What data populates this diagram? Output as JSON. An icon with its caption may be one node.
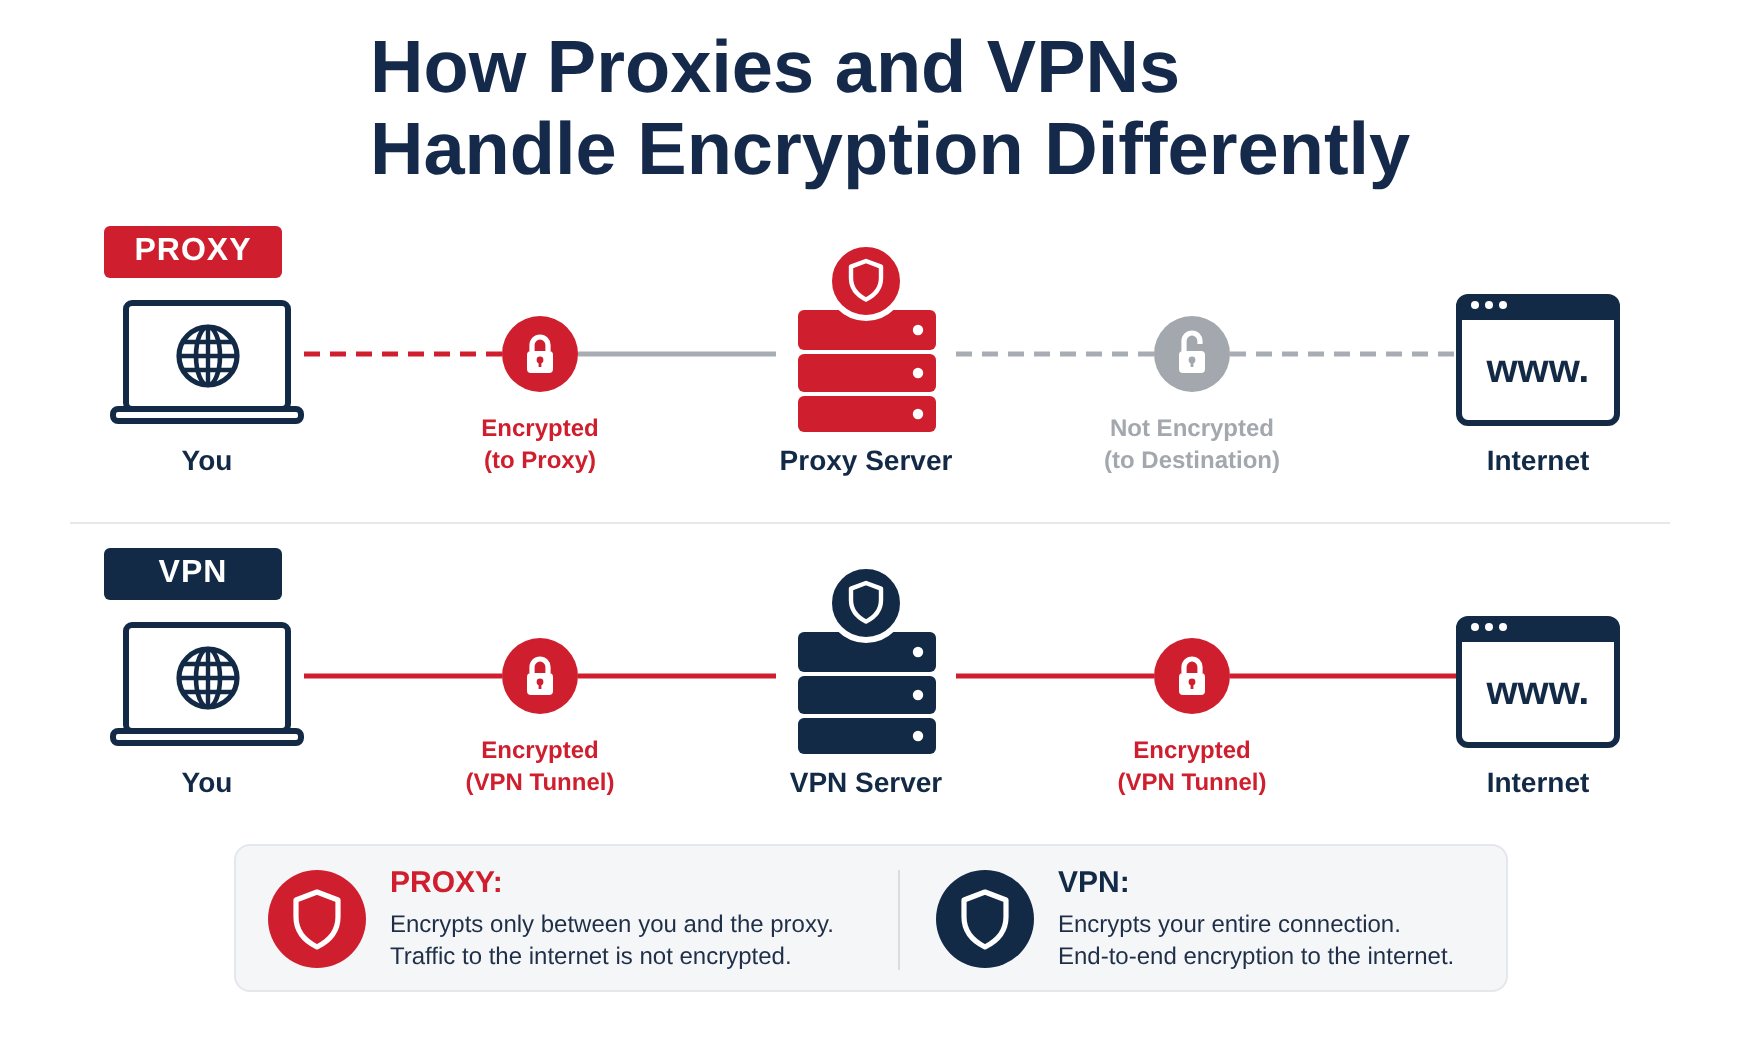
{
  "diagram": {
    "title": "How **Proxies** and VPNs Handle Encryption Differently",
    "nodes": [
      {
        "text": [
          "PROXY"
        ]
      },
      {
        "text": [
          "You"
        ]
      },
      {
        "text": [],
        "shape": "circle",
        "beside": [
          "Encrypted (to Proxy)"
        ]
      },
      {
        "text": [
          "Proxy Server"
        ]
      },
      {
        "text": [],
        "shape": "circle",
        "beside": [
          "Not Encrypted (to Destination)"
        ]
      },
      {
        "text": [
          "www.",
          "Internet"
        ]
      },
      {
        "text": [
          "VPN"
        ]
      },
      {
        "text": [
          "You"
        ]
      },
      {
        "text": [],
        "shape": "circle",
        "beside": [
          "Encrypted (VPN Tunnel)"
        ]
      },
      {
        "text": [
          "VPN Server"
        ]
      },
      {
        "text": [],
        "shape": "circle",
        "beside": [
          "Encrypted (VPN Tunnel)"
        ]
      },
      {
        "text": [
          "www.",
          "Internet"
        ]
      },
      {
        "text": [
          "PROXY:",
          "Encrypts only between you and the proxy. Traffic to the internet is not encrypted.",
          "VPN:",
          "Encrypts your entire connection. End-to-end encryption to the internet."
        ]
      }
    ],
    "edges": [
      {
        "from": 1,
        "to": 2,
        "arrow": "none",
        "style": "dashed"
      },
      {
        "from": 2,
        "to": 3,
        "arrow": "none",
        "color": "#a8acb3"
      },
      {
        "from": 3,
        "to": 4,
        "arrow": "none",
        "style": "dashed",
        "color": "#a8acb3"
      },
      {
        "from": 4,
        "to": 5,
        "arrow": "none",
        "style": "dashed",
        "color": "#a8acb3"
      },
      {
        "from": 7,
        "to": 8,
        "arrow": "none"
      },
      {
        "from": 8,
        "to": 9,
        "arrow": "none"
      },
      {
        "from": 9,
        "to": 10,
        "arrow": "none"
      },
      {
        "from": 10,
        "to": 11,
        "arrow": "none"
      }
    ]
  }
}
